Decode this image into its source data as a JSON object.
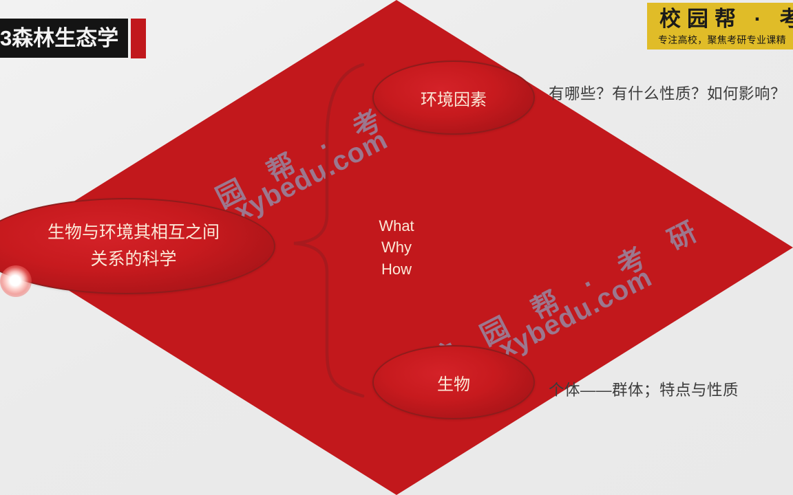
{
  "slide": {
    "background_color": "#ececec",
    "title": {
      "text": "3森林生态学",
      "banner_color": "#141414",
      "accent_color": "#c1181c"
    }
  },
  "brand": {
    "name": "校园帮 · 考",
    "tagline": "专注高校，聚焦考研专业课精",
    "background_color": "#e0bc28"
  },
  "watermark": {
    "cn": "校 园 帮 · 考 研",
    "url": "www.xybedu.com",
    "color": "#8e9cba"
  },
  "diagram": {
    "nodes": {
      "main": {
        "line1": "生物与环境其相互之间",
        "line2": "关系的科学",
        "shape": "ellipse",
        "fill": "#c71a1e"
      },
      "environment": {
        "label": "环境因素",
        "shape": "ellipse",
        "fill": "#c71a1e"
      },
      "organism": {
        "label": "生物",
        "shape": "ellipse",
        "fill": "#c71a1e"
      },
      "question": {
        "line1": "What",
        "line2": "Why",
        "line3": "How",
        "shape": "diamond",
        "fill": "#c2181c"
      }
    },
    "connector": {
      "type": "left-curly-brace",
      "color": "#a81a1e"
    },
    "annotations": {
      "environment": "有哪些？有什么性质？如何影响？",
      "organism": "个体——群体；特点与性质"
    }
  },
  "pointer": {
    "type": "laser-pointer-dot",
    "color": "#ffffff"
  }
}
